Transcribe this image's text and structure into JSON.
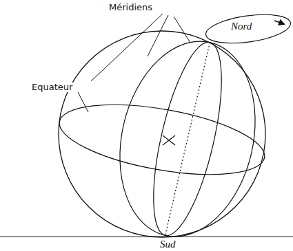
{
  "diagram": {
    "labels": [
      "Méridiens",
      "Equateur",
      "Nord",
      "Sud"
    ]
  }
}
